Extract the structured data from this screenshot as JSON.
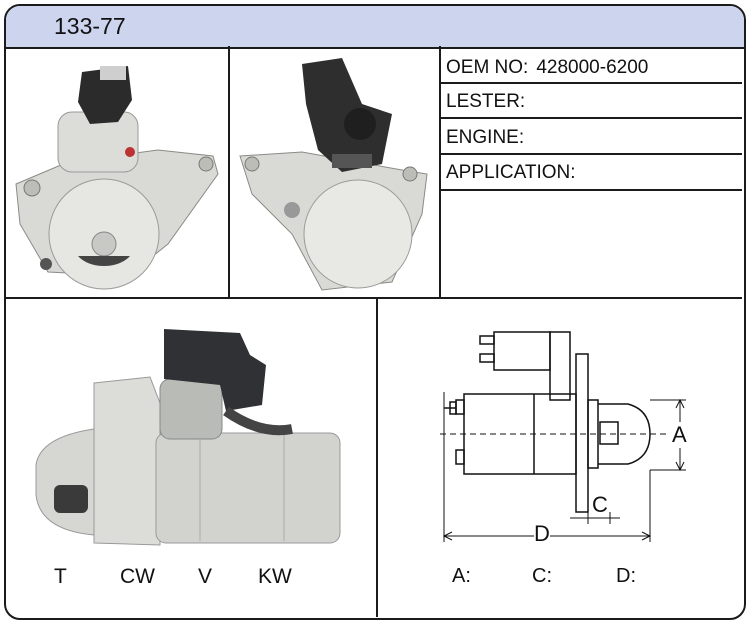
{
  "header": {
    "model": "133-77"
  },
  "specs": [
    {
      "label": "OEM NO:",
      "value": "428000-6200"
    },
    {
      "label": "LESTER:",
      "value": ""
    },
    {
      "label": "ENGINE:",
      "value": ""
    },
    {
      "label": "APPLICATION:",
      "value": ""
    }
  ],
  "rotation_labels": [
    "T",
    "CW",
    "V",
    "KW"
  ],
  "drawing": {
    "dim_a": "A",
    "dim_c": "C",
    "dim_d": "D"
  },
  "dimension_fields": [
    {
      "label": "A:",
      "value": ""
    },
    {
      "label": "C:",
      "value": ""
    },
    {
      "label": "D:",
      "value": ""
    }
  ],
  "colors": {
    "header_bg": "#ccd4ee",
    "border": "#1b1b1b"
  }
}
